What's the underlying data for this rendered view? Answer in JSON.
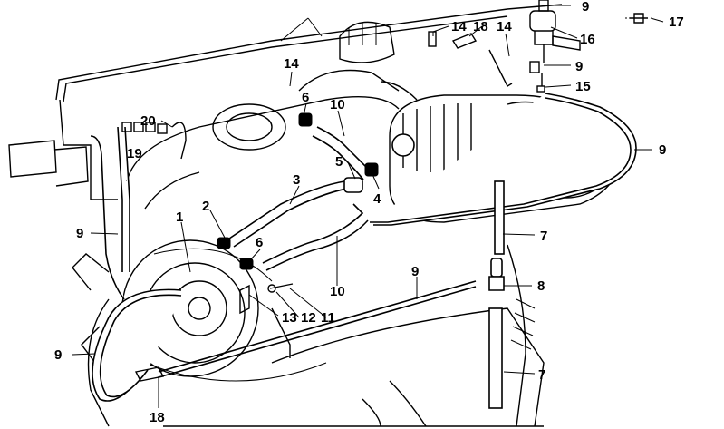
{
  "callouts": [
    {
      "id": "c9_top",
      "text": "9"
    },
    {
      "id": "c14_a",
      "text": "14"
    },
    {
      "id": "c18_top",
      "text": "18"
    },
    {
      "id": "c14_b",
      "text": "14"
    },
    {
      "id": "c16",
      "text": "16"
    },
    {
      "id": "c17",
      "text": "17"
    },
    {
      "id": "c9_valve",
      "text": "9"
    },
    {
      "id": "c15",
      "text": "15"
    },
    {
      "id": "c14_c",
      "text": "14"
    },
    {
      "id": "c6_top",
      "text": "6"
    },
    {
      "id": "c10_top",
      "text": "10"
    },
    {
      "id": "c20",
      "text": "20"
    },
    {
      "id": "c19",
      "text": "19"
    },
    {
      "id": "c9_right",
      "text": "9"
    },
    {
      "id": "c5",
      "text": "5"
    },
    {
      "id": "c3",
      "text": "3"
    },
    {
      "id": "c4",
      "text": "4"
    },
    {
      "id": "c2",
      "text": "2"
    },
    {
      "id": "c1",
      "text": "1"
    },
    {
      "id": "c9_left",
      "text": "9"
    },
    {
      "id": "c6_mid",
      "text": "6"
    },
    {
      "id": "c7_top",
      "text": "7"
    },
    {
      "id": "c9_mid",
      "text": "9"
    },
    {
      "id": "c8",
      "text": "8"
    },
    {
      "id": "c10_bot",
      "text": "10"
    },
    {
      "id": "c13",
      "text": "13"
    },
    {
      "id": "c12",
      "text": "12"
    },
    {
      "id": "c11",
      "text": "11"
    },
    {
      "id": "c9_bottom",
      "text": "9"
    },
    {
      "id": "c18_bottom",
      "text": "18"
    },
    {
      "id": "c7_bot",
      "text": "7"
    }
  ]
}
